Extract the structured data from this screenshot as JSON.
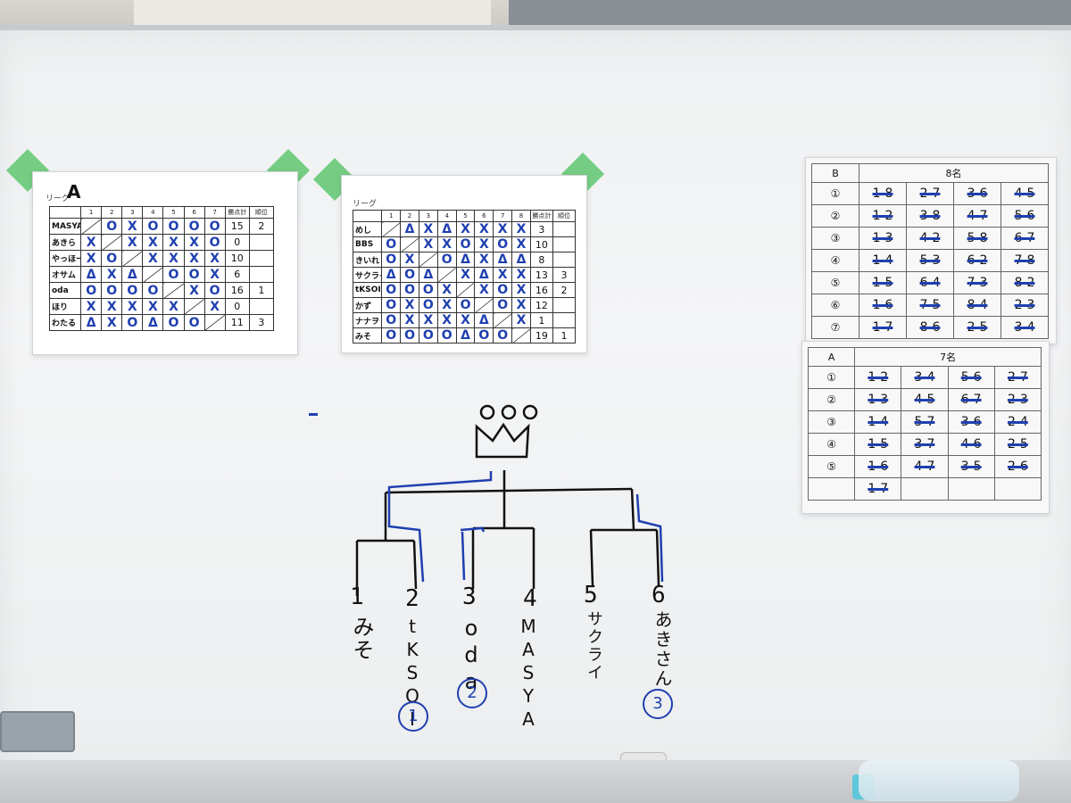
{
  "league_a": {
    "title": "リーグ",
    "letter": "A",
    "headers": [
      "",
      "1",
      "2",
      "3",
      "4",
      "5",
      "6",
      "7",
      "勝点計",
      "順位"
    ],
    "rows": [
      {
        "name": "MASYA",
        "marks": [
          "",
          "O",
          "X",
          "O",
          "O",
          "O",
          "O"
        ],
        "score": "15",
        "rank": "2"
      },
      {
        "name": "あきら",
        "marks": [
          "X",
          "",
          "X",
          "X",
          "X",
          "X",
          "O"
        ],
        "score": "0",
        "rank": ""
      },
      {
        "name": "やっほー",
        "marks": [
          "X",
          "O",
          "",
          "X",
          "X",
          "X",
          "X"
        ],
        "score": "10",
        "rank": ""
      },
      {
        "name": "オサム",
        "marks": [
          "Δ",
          "X",
          "Δ",
          "",
          "O",
          "O",
          "X"
        ],
        "score": "6",
        "rank": ""
      },
      {
        "name": "oda",
        "marks": [
          "O",
          "O",
          "O",
          "O",
          "",
          "X",
          "O"
        ],
        "score": "16",
        "rank": "1"
      },
      {
        "name": "ほり",
        "marks": [
          "X",
          "X",
          "X",
          "X",
          "X",
          "",
          "X"
        ],
        "score": "0",
        "rank": ""
      },
      {
        "name": "わたる",
        "marks": [
          "Δ",
          "X",
          "O",
          "Δ",
          "O",
          "O",
          ""
        ],
        "score": "11",
        "rank": "3"
      }
    ]
  },
  "league_b": {
    "title": "リーグ",
    "headers": [
      "",
      "1",
      "2",
      "3",
      "4",
      "5",
      "6",
      "7",
      "8",
      "勝点計",
      "順位"
    ],
    "rows": [
      {
        "name": "めし",
        "marks": [
          "",
          "Δ",
          "X",
          "Δ",
          "X",
          "X",
          "X",
          "X"
        ],
        "score": "3",
        "rank": ""
      },
      {
        "name": "BBS",
        "marks": [
          "O",
          "",
          "X",
          "X",
          "O",
          "X",
          "O",
          "X"
        ],
        "score": "10",
        "rank": ""
      },
      {
        "name": "きいれ",
        "marks": [
          "O",
          "X",
          "",
          "O",
          "Δ",
          "X",
          "Δ",
          "Δ"
        ],
        "score": "8",
        "rank": ""
      },
      {
        "name": "サクライ",
        "marks": [
          "Δ",
          "O",
          "Δ",
          "",
          "X",
          "Δ",
          "X",
          "X"
        ],
        "score": "13",
        "rank": "3"
      },
      {
        "name": "tKSOI",
        "marks": [
          "O",
          "O",
          "O",
          "X",
          "",
          "X",
          "O",
          "X"
        ],
        "score": "16",
        "rank": "2"
      },
      {
        "name": "かず",
        "marks": [
          "O",
          "X",
          "O",
          "X",
          "O",
          "",
          "O",
          "X"
        ],
        "score": "12",
        "rank": ""
      },
      {
        "name": "ナナヲ",
        "marks": [
          "O",
          "X",
          "X",
          "X",
          "X",
          "Δ",
          "",
          "X"
        ],
        "score": "1",
        "rank": ""
      },
      {
        "name": "みそ",
        "marks": [
          "O",
          "O",
          "O",
          "O",
          "Δ",
          "O",
          "O",
          ""
        ],
        "score": "19",
        "rank": "1"
      }
    ]
  },
  "schedule_b": {
    "letter": "B",
    "title": "8名",
    "rows": [
      {
        "round": "①",
        "pairs": [
          "1-8",
          "2-7",
          "3-6",
          "4-5"
        ]
      },
      {
        "round": "②",
        "pairs": [
          "1-2",
          "3-8",
          "4-7",
          "5-6"
        ]
      },
      {
        "round": "③",
        "pairs": [
          "1-3",
          "4-2",
          "5-8",
          "6-7"
        ]
      },
      {
        "round": "④",
        "pairs": [
          "1-4",
          "5-3",
          "6-2",
          "7-8"
        ]
      },
      {
        "round": "⑤",
        "pairs": [
          "1-5",
          "6-4",
          "7-3",
          "8-2"
        ]
      },
      {
        "round": "⑥",
        "pairs": [
          "1-6",
          "7-5",
          "8-4",
          "2-3"
        ]
      },
      {
        "round": "⑦",
        "pairs": [
          "1-7",
          "8-6",
          "2-5",
          "3-4"
        ]
      }
    ]
  },
  "schedule_a": {
    "letter": "A",
    "title": "7名",
    "rows": [
      {
        "round": "①",
        "pairs": [
          "1-2",
          "3-4",
          "5-6",
          "2-7"
        ]
      },
      {
        "round": "②",
        "pairs": [
          "1-3",
          "4-5",
          "6-7",
          "2-3"
        ]
      },
      {
        "round": "③",
        "pairs": [
          "1-4",
          "5-7",
          "3-6",
          "2-4"
        ]
      },
      {
        "round": "④",
        "pairs": [
          "1-5",
          "3-7",
          "4-6",
          "2-5"
        ]
      },
      {
        "round": "⑤",
        "pairs": [
          "1-6",
          "4-7",
          "3-5",
          "2-6"
        ]
      },
      {
        "round": "",
        "pairs": [
          "1-7",
          "",
          "",
          ""
        ]
      }
    ]
  },
  "tournament": {
    "entrants": [
      {
        "seed": "1",
        "name": "みそ",
        "place": ""
      },
      {
        "seed": "2",
        "name": "tKSOI",
        "place": "1"
      },
      {
        "seed": "3",
        "name": "oda",
        "place": "2"
      },
      {
        "seed": "4",
        "name": "MASYA",
        "place": ""
      },
      {
        "seed": "5",
        "name": "サクライ",
        "place": ""
      },
      {
        "seed": "6",
        "name": "あきさん",
        "place": "3"
      }
    ]
  }
}
